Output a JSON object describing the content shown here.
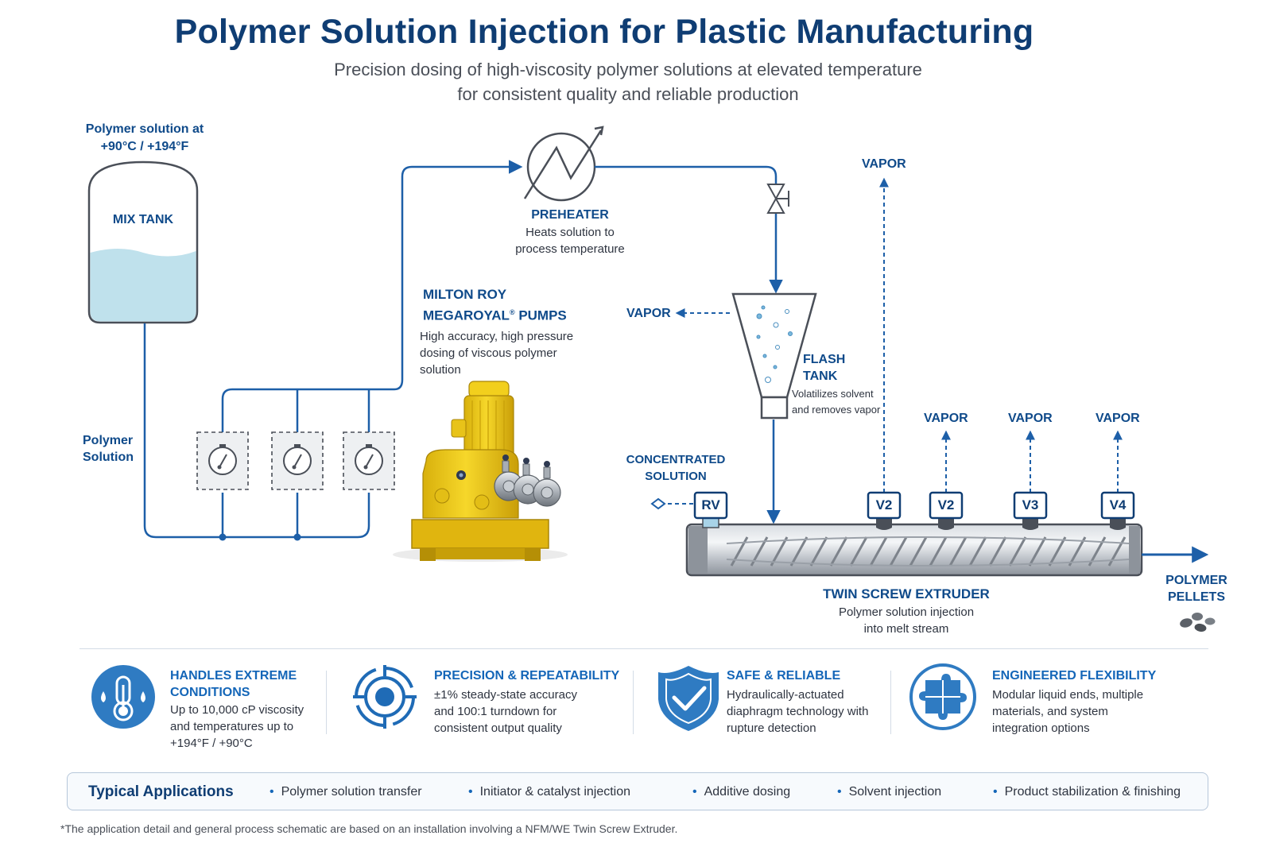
{
  "header": {
    "title": "Polymer Solution Injection for Plastic Manufacturing",
    "subtitle_line1": "Precision dosing of high-viscosity polymer solutions at elevated temperature",
    "subtitle_line2": "for consistent quality and reliable production"
  },
  "schematic": {
    "mix_tank": {
      "temp_label_line1": "Polymer solution at",
      "temp_label_line2": "+90°C / +194°F",
      "name": "MIX TANK"
    },
    "feed_label_line1": "Polymer",
    "feed_label_line2": "Solution",
    "preheater": {
      "name": "PREHEATER",
      "desc_line1": "Heats solution to",
      "desc_line2": "process temperature"
    },
    "pumps": {
      "name_line1": "MILTON ROY",
      "name_line2": "MEGAROYAL",
      "name_reg": "®",
      "name_line2_suffix": " PUMPS",
      "desc_line1": "High accuracy, high pressure",
      "desc_line2": "dosing of viscous polymer",
      "desc_line3": "solution"
    },
    "flash_tank": {
      "name_line1": "FLASH",
      "name_line2": "TANK",
      "desc_line1": "Volatilizes solvent",
      "desc_line2": "and removes vapor"
    },
    "vapor_label": "VAPOR",
    "concentrated_line1": "CONCENTRATED",
    "concentrated_line2": "SOLUTION",
    "ports": [
      "RV",
      "V2",
      "V2",
      "V3",
      "V4"
    ],
    "extruder": {
      "name": "TWIN SCREW EXTRUDER",
      "desc_line1": "Polymer solution injection",
      "desc_line2": "into melt stream"
    },
    "output_line1": "POLYMER",
    "output_line2": "PELLETS"
  },
  "features": [
    {
      "icon": "thermometer-droplets-icon",
      "title_line1": "HANDLES EXTREME",
      "title_line2": "CONDITIONS",
      "desc_lines": [
        "Up to 10,000 cP viscosity",
        "and temperatures up to",
        "+194°F / +90°C"
      ]
    },
    {
      "icon": "target-icon",
      "title_line1": "PRECISION & REPEATABILITY",
      "title_line2": "",
      "desc_lines": [
        "±1% steady-state accuracy",
        "and 100:1 turndown for",
        "consistent output quality"
      ]
    },
    {
      "icon": "shield-check-icon",
      "title_line1": "SAFE & RELIABLE",
      "title_line2": "",
      "desc_lines": [
        "Hydraulically-actuated",
        "diaphragm technology with",
        "rupture detection"
      ]
    },
    {
      "icon": "puzzle-icon",
      "title_line1": "ENGINEERED FLEXIBILITY",
      "title_line2": "",
      "desc_lines": [
        "Modular liquid ends, multiple",
        "materials, and system",
        "integration options"
      ]
    }
  ],
  "applications": {
    "title": "Typical Applications",
    "items": [
      "Polymer solution transfer",
      "Initiator & catalyst injection",
      "Additive dosing",
      "Solvent injection",
      "Product stabilization & finishing"
    ]
  },
  "footnote": "*The application detail and general process schematic are based on an installation involving a NFM/WE Twin Screw Extruder.",
  "colors": {
    "navy": "#0f3d73",
    "accent_blue": "#1466b8",
    "pipe_blue": "#1d5fa8",
    "liquid": "#bfe1ec",
    "pump_yellow": "#f2cf1d"
  }
}
